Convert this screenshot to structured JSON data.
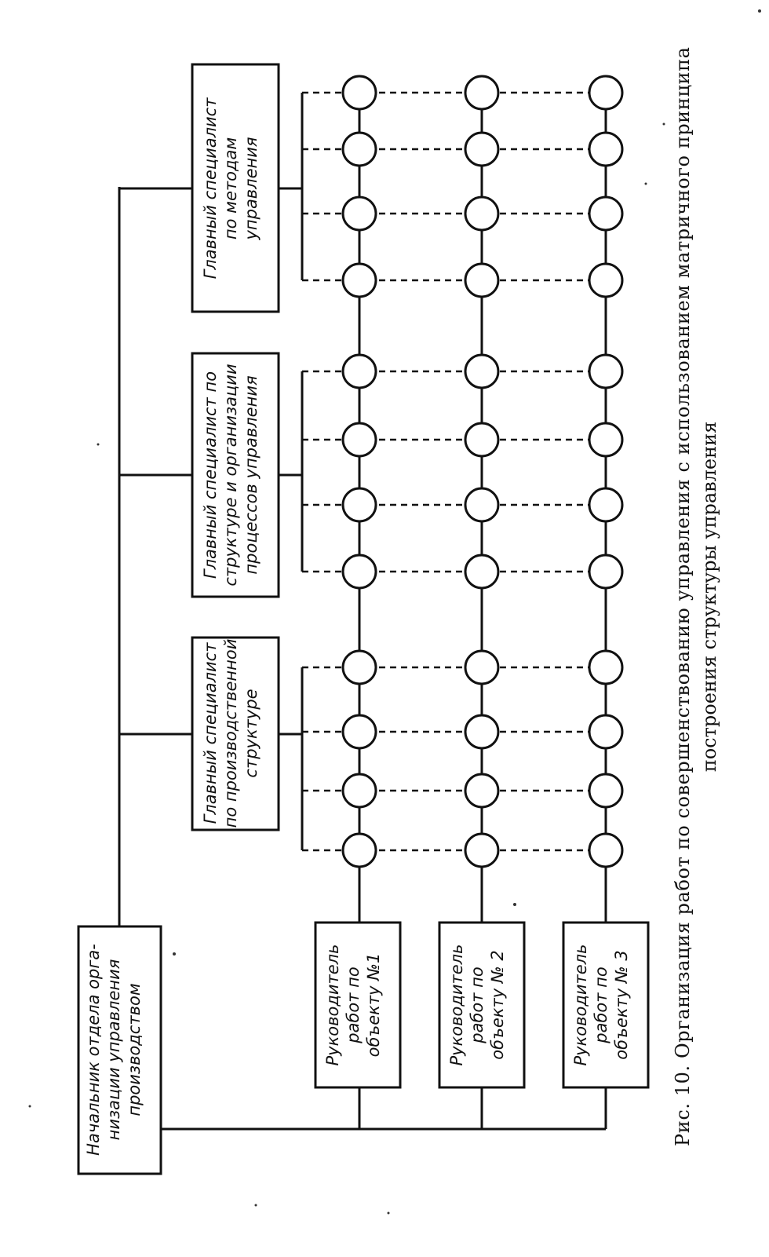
{
  "diagram": {
    "head": {
      "lines": [
        "Начальник отдела орга-",
        "низации управления",
        "производством"
      ]
    },
    "specialists": [
      {
        "lines": [
          "Главный специалист",
          "по производственной",
          "структуре"
        ]
      },
      {
        "lines": [
          "Главный специалист по",
          "структуре и организации",
          "процессов управления"
        ]
      },
      {
        "lines": [
          "Главный специалист",
          "по методам",
          "управления"
        ]
      }
    ],
    "managers": [
      {
        "lines": [
          "Руководитель",
          "работ по",
          "объекту №1"
        ]
      },
      {
        "lines": [
          "Руководитель",
          "работ по",
          "объекту № 2"
        ]
      },
      {
        "lines": [
          "Руководитель",
          "работ по",
          "объекту № 3"
        ]
      }
    ]
  },
  "caption": {
    "line1": "Рис. 10. Организация работ по совершенствованию управления с использованием матричного принципа",
    "line2": "построения структуры управления"
  }
}
